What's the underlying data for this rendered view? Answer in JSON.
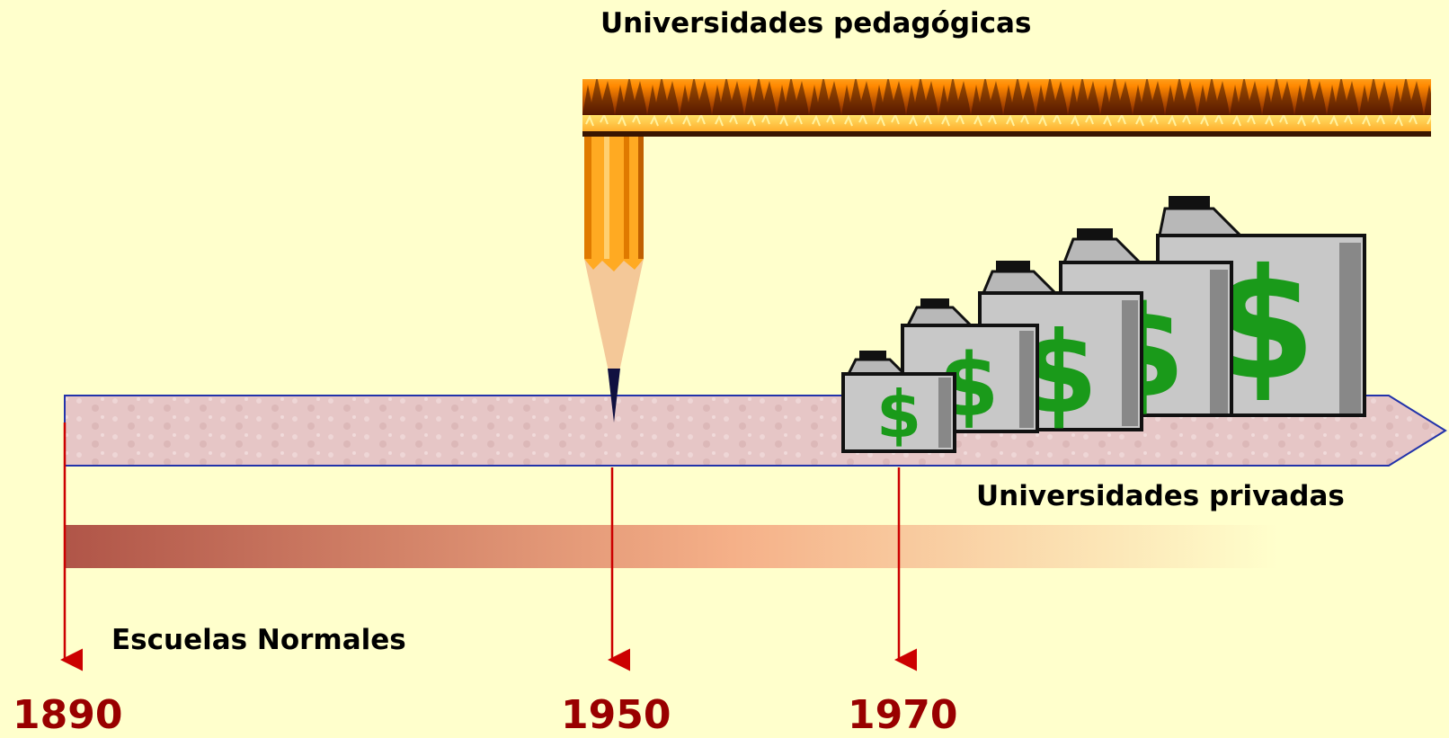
{
  "labels": {
    "pedagogicas": "Universidades pedagógicas",
    "privadas": "Universidades privadas",
    "normales": "Escuelas Normales"
  },
  "years": [
    "1890",
    "1950",
    "1970"
  ],
  "icons": [
    "pencil-icon",
    "flame-banner-icon",
    "money-bag-icon"
  ],
  "colors": {
    "background": "#ffffcc",
    "year_text": "#990000",
    "marker_line": "#cc0000",
    "timeline_bar": "#e8c8c8",
    "timeline_border": "#2233aa",
    "gradient_start": "#b05548",
    "gradient_mid": "#f5b088",
    "gradient_end": "#ffffcc",
    "money_symbol": "#1a9a1a"
  }
}
